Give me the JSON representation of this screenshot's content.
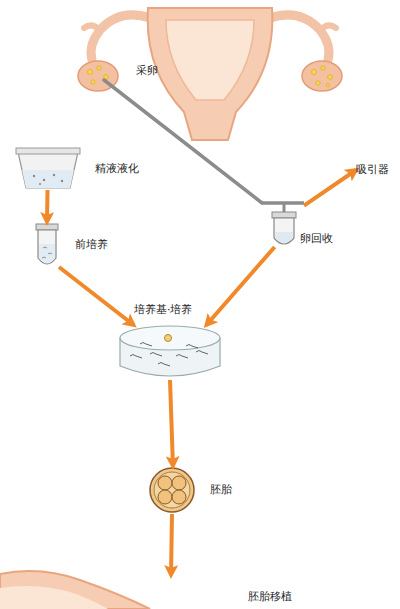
{
  "diagram": {
    "nodes": [
      {
        "text": [
          "采卵"
        ]
      },
      {
        "text": [
          "吸引器"
        ]
      },
      {
        "text": [
          "精液液化"
        ]
      },
      {
        "text": [
          "卵回收"
        ]
      },
      {
        "text": [
          "前培养"
        ]
      },
      {
        "text": [
          "培养基·培养"
        ]
      },
      {
        "text": [
          "胚胎"
        ]
      },
      {
        "text": [
          "胚胎移植"
        ]
      }
    ],
    "edges": [
      {
        "from": 3,
        "to": 1,
        "arrow": "to"
      },
      {
        "from": 2,
        "to": 4,
        "arrow": "to"
      },
      {
        "from": 4,
        "to": 5,
        "arrow": "to"
      },
      {
        "from": 3,
        "to": 5,
        "arrow": "to"
      },
      {
        "from": 5,
        "to": 6,
        "arrow": "to"
      },
      {
        "from": 6,
        "to": 7,
        "arrow": "to"
      }
    ]
  }
}
